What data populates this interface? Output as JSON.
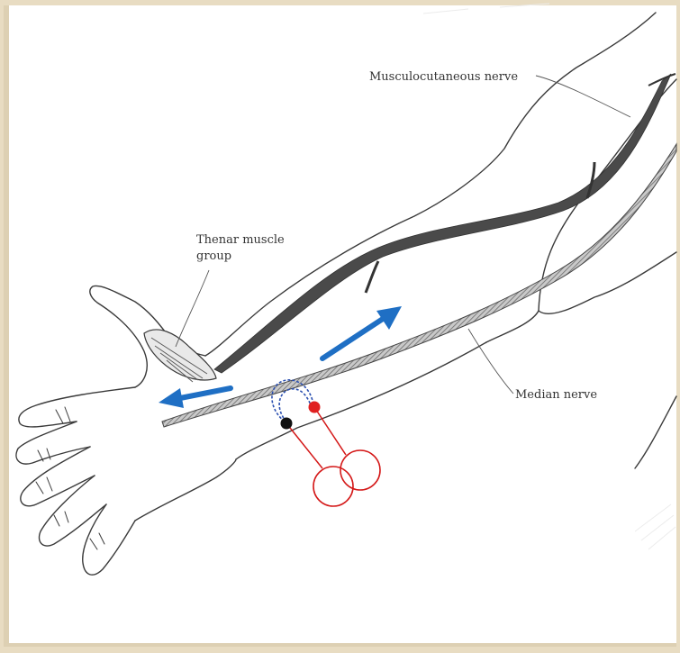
{
  "labels": {
    "musculocutaneous": "Musculocutaneous nerve",
    "thenar_line1": "Thenar muscle",
    "thenar_line2": "group",
    "median": "Median nerve"
  },
  "colors": {
    "background": "#e8dcc2",
    "panel": "#ffffff",
    "arrow": "#1f6fc4",
    "electrode_active": "#e02020",
    "electrode_reference": "#111111",
    "stimulator_wire": "#d41818",
    "stim_field": "#2a4fb0",
    "nerve_fill": "#8a8a8a",
    "outline": "#3a3a3a"
  },
  "icons": {
    "arrow_left": "arrow-left-icon",
    "arrow_up_right": "arrow-up-right-icon",
    "stimulator": "stimulator-probe-icon"
  }
}
